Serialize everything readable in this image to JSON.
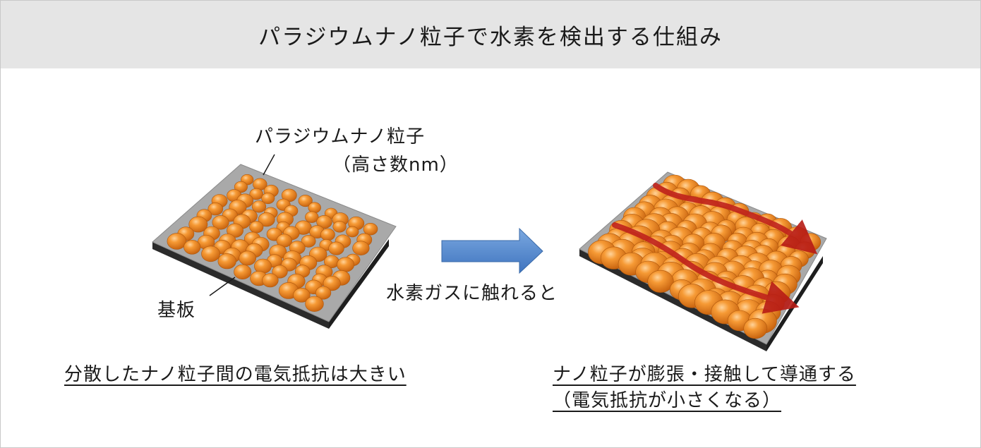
{
  "title": "パラジウムナノ粒子で水素を検出する仕組み",
  "left_panel": {
    "particle_label": "パラジウムナノ粒子",
    "particle_size": "（高さ数nm）",
    "substrate_label": "基板",
    "caption": "分散したナノ粒子間の電気抵抗は大きい"
  },
  "transition_label": "水素ガスに触れると",
  "right_panel": {
    "caption_line1": "ナノ粒子が膨張・接触して導通する",
    "caption_line2": "（電気抵抗が小さくなる）"
  },
  "colors": {
    "title_bg": "#e5e5e5",
    "particle": "#f08a24",
    "substrate_top": "#a9a9a9",
    "substrate_edge": "#2b2b2b",
    "arrow_blue": "#5b8fd1",
    "current_red": "#c0231c"
  }
}
